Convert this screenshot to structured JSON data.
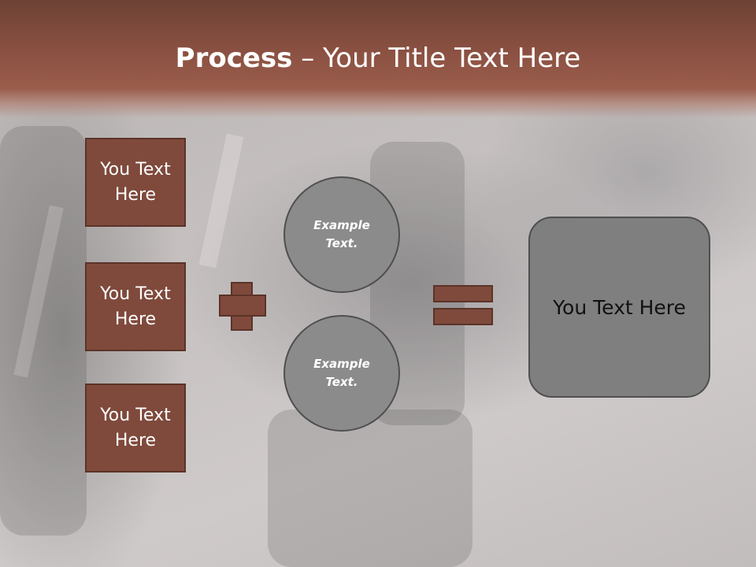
{
  "title": {
    "bold": "Process",
    "separator": " – ",
    "rest": "Your Title Text Here"
  },
  "left_boxes": [
    {
      "line1": "You Text",
      "line2": "Here"
    },
    {
      "line1": "You Text",
      "line2": "Here"
    },
    {
      "line1": "You Text",
      "line2": "Here"
    }
  ],
  "circles": [
    {
      "line1": "Example",
      "line2": "Text."
    },
    {
      "line1": "Example",
      "line2": "Text."
    }
  ],
  "result": {
    "label": "You Text Here"
  },
  "colors": {
    "accent": "#7f4a3c",
    "accent_border": "#5b3328",
    "header": "#8b5142",
    "shape_gray": "#7f7f7f"
  }
}
